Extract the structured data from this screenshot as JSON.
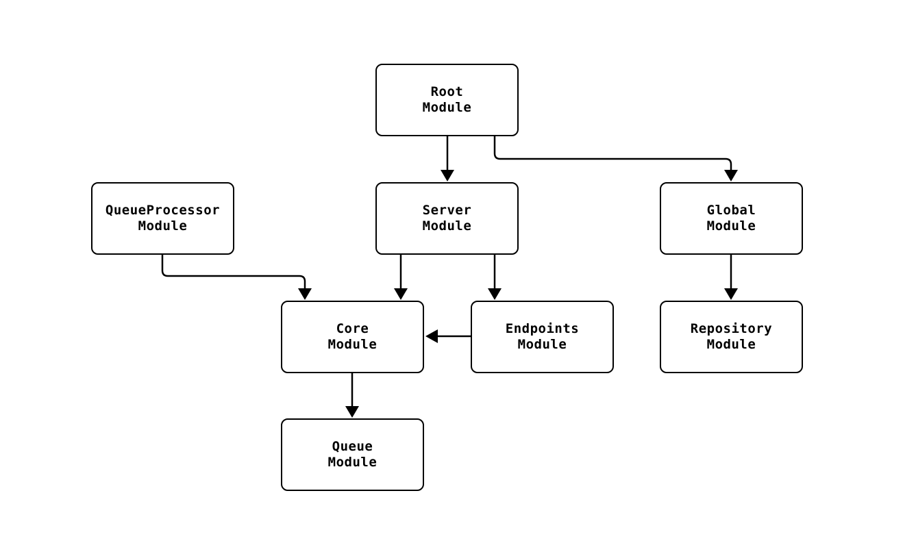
{
  "diagram": {
    "type": "module-dependency-graph",
    "colors": {
      "background": "#ffffff",
      "node_fill": "#ffffff",
      "node_border": "#000000",
      "edge": "#000000",
      "text": "#000000"
    },
    "nodes": {
      "root": {
        "lines": [
          "Root",
          "Module"
        ]
      },
      "queueprocessor": {
        "lines": [
          "QueueProcessor",
          "Module"
        ]
      },
      "server": {
        "lines": [
          "Server",
          "Module"
        ]
      },
      "global": {
        "lines": [
          "Global",
          "Module"
        ]
      },
      "core": {
        "lines": [
          "Core",
          "Module"
        ]
      },
      "endpoints": {
        "lines": [
          "Endpoints",
          "Module"
        ]
      },
      "repository": {
        "lines": [
          "Repository",
          "Module"
        ]
      },
      "queue": {
        "lines": [
          "Queue",
          "Module"
        ]
      }
    },
    "edges": [
      {
        "from": "Root Module",
        "to": "Server Module"
      },
      {
        "from": "Root Module",
        "to": "Global Module"
      },
      {
        "from": "QueueProcessor Module",
        "to": "Core Module"
      },
      {
        "from": "Server Module",
        "to": "Core Module"
      },
      {
        "from": "Server Module",
        "to": "Endpoints Module"
      },
      {
        "from": "Endpoints Module",
        "to": "Core Module"
      },
      {
        "from": "Global Module",
        "to": "Repository Module"
      },
      {
        "from": "Core Module",
        "to": "Queue Module"
      }
    ]
  }
}
